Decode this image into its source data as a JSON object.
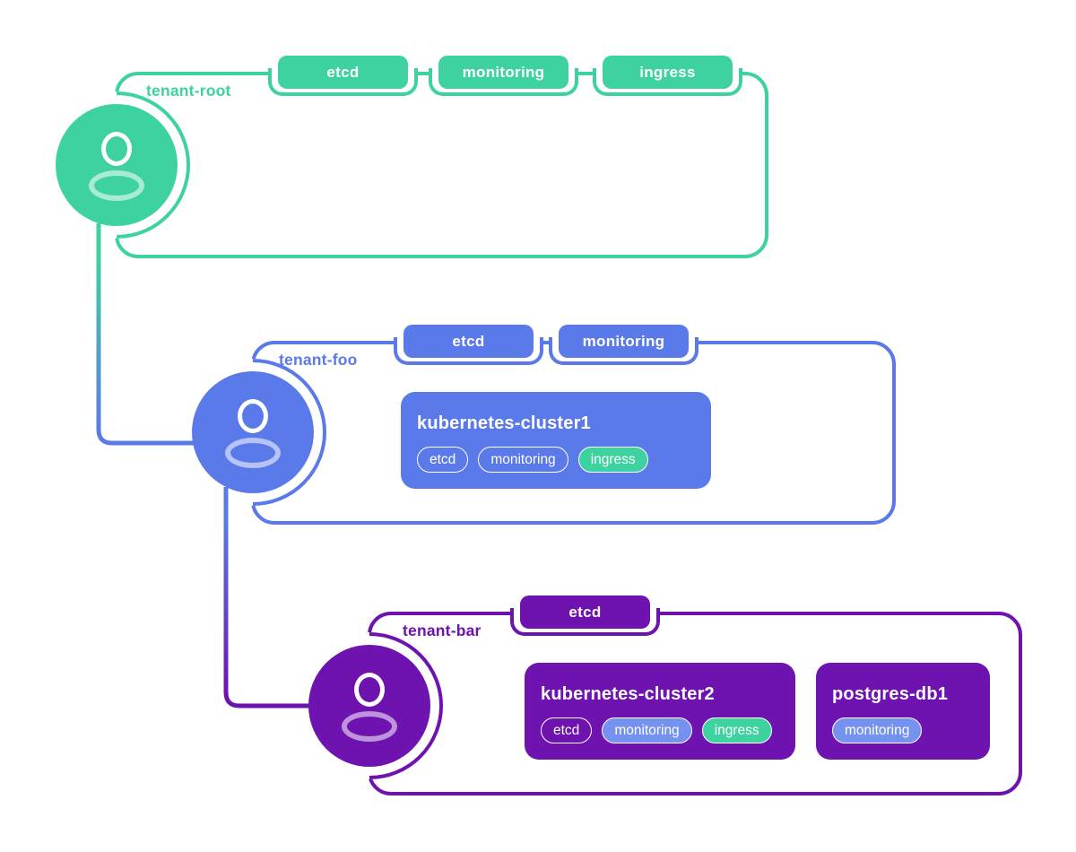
{
  "colors": {
    "green": "#3ed2a0",
    "blue": "#5b7ae9",
    "purple": "#6e12b0",
    "chip_blue": "#7592f0",
    "chip_text": "#ffffff"
  },
  "tenants": [
    {
      "label": "tenant-root",
      "color": "#3ed2a0",
      "tags": [
        "etcd",
        "monitoring",
        "ingress"
      ],
      "clusters": []
    },
    {
      "label": "tenant-foo",
      "color": "#5b7ae9",
      "tags": [
        "etcd",
        "monitoring"
      ],
      "clusters": [
        {
          "name": "kubernetes-cluster1",
          "chips": [
            {
              "label": "etcd",
              "style": "outline"
            },
            {
              "label": "monitoring",
              "style": "outline"
            },
            {
              "label": "ingress",
              "style": "green"
            }
          ]
        }
      ]
    },
    {
      "label": "tenant-bar",
      "color": "#6e12b0",
      "tags": [
        "etcd"
      ],
      "clusters": [
        {
          "name": "kubernetes-cluster2",
          "chips": [
            {
              "label": "etcd",
              "style": "outline"
            },
            {
              "label": "monitoring",
              "style": "blue"
            },
            {
              "label": "ingress",
              "style": "green"
            }
          ]
        },
        {
          "name": "postgres-db1",
          "chips": [
            {
              "label": "monitoring",
              "style": "blue"
            }
          ]
        }
      ]
    }
  ]
}
